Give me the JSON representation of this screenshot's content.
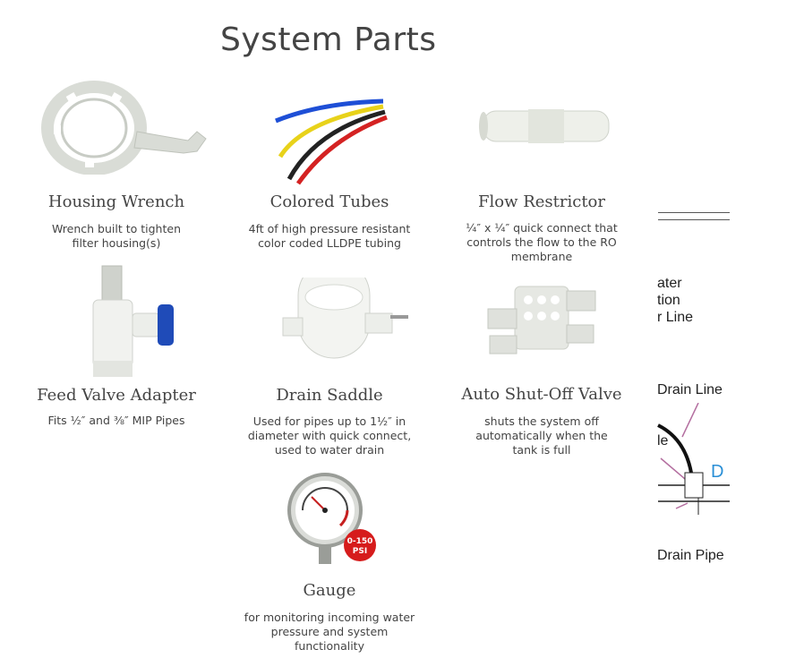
{
  "page": {
    "title": "System Parts"
  },
  "parts": [
    {
      "name": "Housing Wrench",
      "desc": [
        "Wrench built to tighten",
        "filter housing(s)"
      ]
    },
    {
      "name": "Colored Tubes",
      "desc": [
        "4ft of high pressure resistant",
        "color coded LLDPE tubing"
      ]
    },
    {
      "name": "Flow Restrictor",
      "desc": [
        "¼″ x ¼″ quick connect that",
        "controls the flow to the RO",
        "membrane"
      ]
    },
    {
      "name": "Feed Valve Adapter",
      "desc": [
        "Fits ½″ and ⅜″ MIP Pipes"
      ]
    },
    {
      "name": "Drain Saddle",
      "desc": [
        "Used for pipes up to 1½″ in",
        "diameter with quick connect,",
        "used to water drain"
      ]
    },
    {
      "name": "Auto Shut-Off Valve",
      "desc": [
        "shuts the system off",
        "automatically when the",
        "tank is full"
      ]
    },
    {
      "name": "Gauge",
      "desc": [
        "for monitoring incoming water",
        "pressure and system",
        "functionality"
      ],
      "badge": [
        "0-150",
        "PSI"
      ]
    }
  ],
  "diagram": {
    "lines": [
      "ater",
      "tion",
      "r Line",
      "Drain Line",
      "le",
      "D",
      "Drain Pipe"
    ]
  }
}
